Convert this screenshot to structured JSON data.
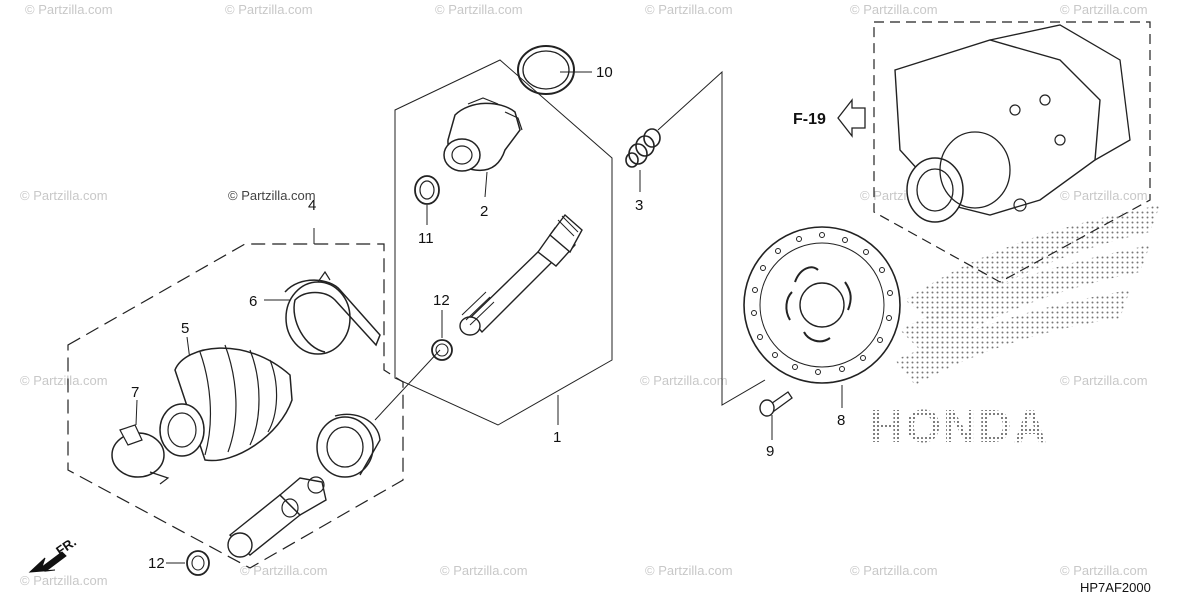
{
  "diagram": {
    "drawing_code": "HP7AF2000",
    "direction_label": "FR.",
    "reference_label": "F-19",
    "brand_text": "HONDA",
    "copyright_label": "© Partzilla.com",
    "watermark_text": "© Partzilla.com",
    "callouts": {
      "c1": "1",
      "c2": "2",
      "c3": "3",
      "c4": "4",
      "c5": "5",
      "c6": "6",
      "c7": "7",
      "c8": "8",
      "c9": "9",
      "c10": "10",
      "c11": "11",
      "c12a": "12",
      "c12b": "12"
    }
  },
  "colors": {
    "line": "#222222",
    "watermark": "#c8c8c8",
    "background": "#ffffff"
  }
}
